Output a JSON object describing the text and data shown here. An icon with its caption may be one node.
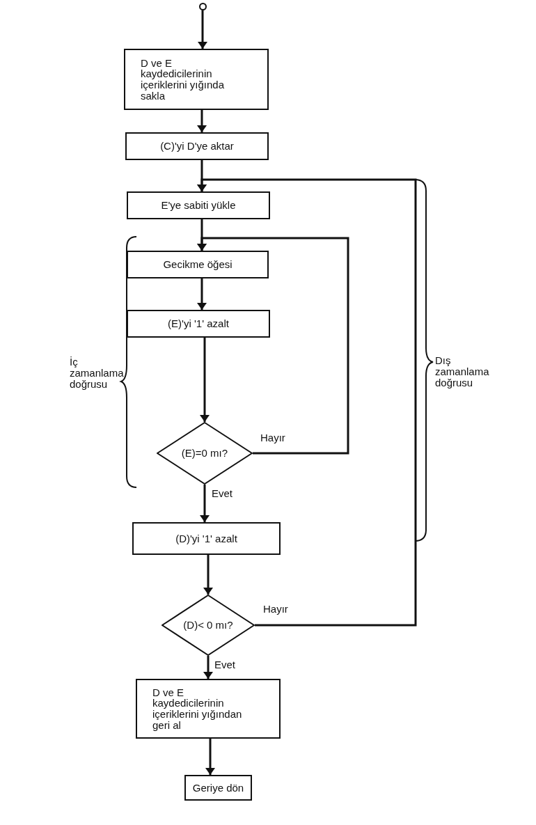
{
  "diagram": {
    "nodes": [
      {
        "text": [],
        "shape": "circle"
      },
      {
        "text": [
          "D ve E kaydedicilerinin içeriklerini yığında sakla"
        ]
      },
      {
        "text": [
          "(C)'yi D'ye aktar"
        ]
      },
      {
        "text": [
          "E'ye sabiti yükle"
        ]
      },
      {
        "text": [
          "Gecikme öğesi"
        ]
      },
      {
        "text": [
          "(E)'yi '1' azalt"
        ]
      },
      {
        "text": [
          "(E)=0 mı?"
        ]
      },
      {
        "text": [
          "(D)'yi '1' azalt"
        ]
      },
      {
        "text": [
          "(D)< 0 mı?"
        ]
      },
      {
        "text": [
          "D ve E kaydedicilerinin içeriklerini yığından geri al"
        ]
      },
      {
        "text": [
          "Geriye dön"
        ]
      }
    ],
    "edges": [
      {
        "from": 0,
        "to": 1,
        "arrow": "to"
      },
      {
        "from": 1,
        "to": 2,
        "arrow": "to"
      },
      {
        "from": 2,
        "to": 3,
        "arrow": "to"
      },
      {
        "from": 3,
        "to": 4,
        "arrow": "to"
      },
      {
        "from": 4,
        "to": 5,
        "arrow": "to"
      },
      {
        "from": 5,
        "to": 6,
        "arrow": "to"
      },
      {
        "from": 6,
        "to": 7,
        "arrow": "to",
        "label": "Evet"
      },
      {
        "from": 7,
        "to": 8,
        "arrow": "to"
      },
      {
        "from": 8,
        "to": 9,
        "arrow": "to",
        "label": "Evet"
      },
      {
        "from": 9,
        "to": 10,
        "arrow": "to"
      },
      {
        "from": 6,
        "to": 4,
        "arrow": "to",
        "label": "Hayır"
      },
      {
        "from": 8,
        "to": 3,
        "arrow": "to",
        "label": "Hayır"
      }
    ],
    "labels": [
      "İç zamanlama doğrusu",
      "Dış zamanlama doğrusu"
    ]
  }
}
